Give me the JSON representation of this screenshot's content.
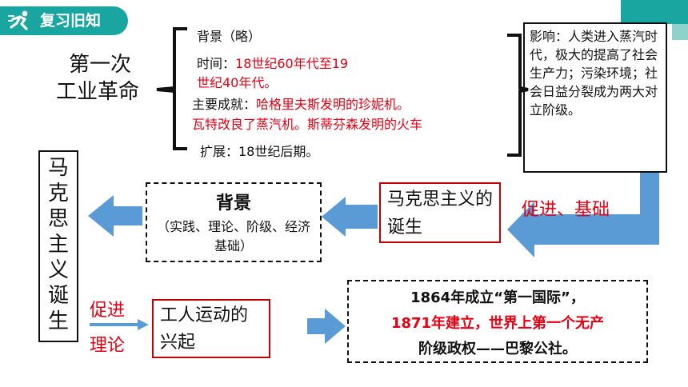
{
  "header": {
    "title": "复习旧知"
  },
  "industrial": {
    "title_line1": "第一次",
    "title_line2": "工业革命",
    "background": "背景（略）",
    "time_label": "时间：",
    "time_value_1": "18世纪60年代至19",
    "time_value_2": "世纪40年代。",
    "achievements_label": "主要成就：",
    "achievements_1": "哈格里夫斯发明的珍妮机。",
    "achievements_2": "瓦特改良了蒸汽机。斯蒂芬森发明的火车",
    "expansion": "扩展：18世纪后期。"
  },
  "impact": {
    "text": "影响：人类进入蒸汽时代，极大的提高了社会生产力；污染环境；社会日益分裂成为两大对立阶级。"
  },
  "labels": {
    "promote_basis": "促进、基础",
    "promote": "促进",
    "theory": "理论"
  },
  "marxism_birth": {
    "text": "马克思主义的诞生"
  },
  "vertical_title": "马克思主义诞生",
  "background_box": {
    "title": "背景",
    "body": "（实践、理论、阶级、经济基础）"
  },
  "workers": {
    "text": "工人运动的兴起"
  },
  "international": {
    "line1": "1864年成立“第一国际”，",
    "line2": "1871年建立，世界上第一个无产",
    "line3": "阶级政权——巴黎公社。"
  },
  "colors": {
    "accent": "#1aa6a0",
    "red": "#e60012",
    "arrow": "#5b9bd5"
  }
}
